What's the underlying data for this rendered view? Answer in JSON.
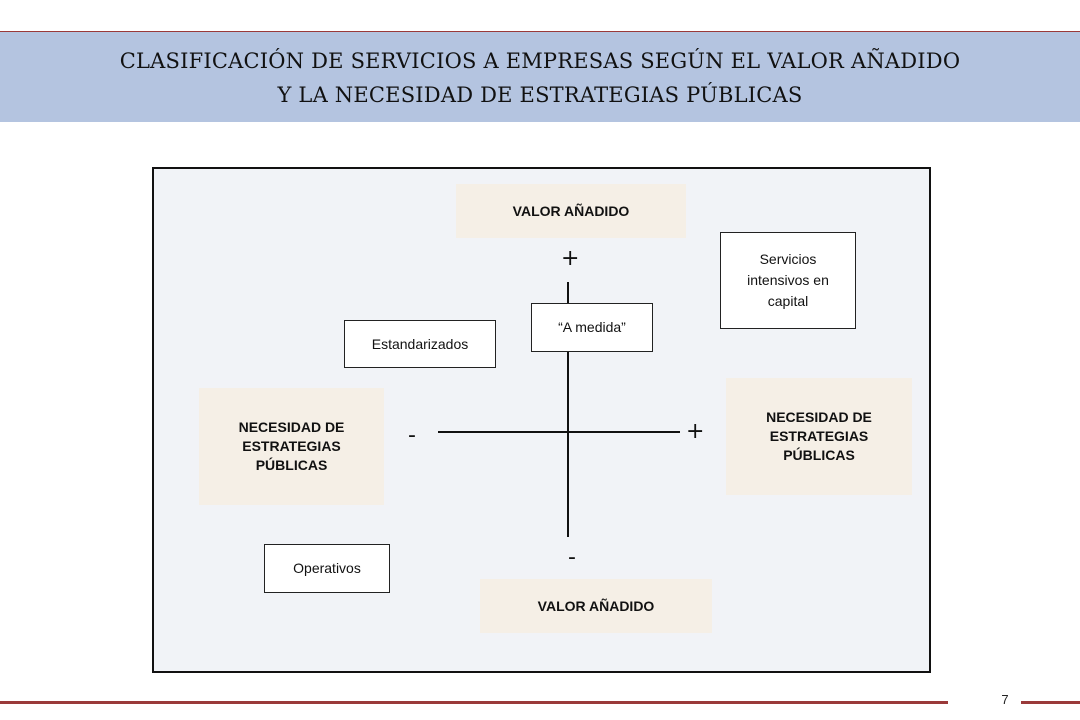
{
  "header": {
    "title_line1": "CLASIFICACIÓN DE SERVICIOS A EMPRESAS SEGÚN EL VALOR AÑADIDO",
    "title_line2": "Y LA NECESIDAD DE ESTRATEGIAS PÚBLICAS"
  },
  "diagram": {
    "axis_top_label": "VALOR AÑADIDO",
    "axis_bottom_label": "VALOR AÑADIDO",
    "axis_left_label": "NECESIDAD DE ESTRATEGIAS PÚBLICAS",
    "axis_right_label": "NECESIDAD DE ESTRATEGIAS PÚBLICAS",
    "sign_top": "+",
    "sign_bottom": "-",
    "sign_left": "-",
    "sign_right": "+",
    "categories": {
      "a_medida": "“A medida”",
      "estandarizados": "Estandarizados",
      "intensivos_capital": "Servicios intensivos en capital",
      "operativos": "Operativos"
    }
  },
  "footer": {
    "page_number": "7"
  },
  "colors": {
    "header_band": "#b4c4e0",
    "accent_rule": "#9a3a3a",
    "axis_label_fill": "#f5efe6",
    "frame_fill": "#f1f3f7"
  }
}
